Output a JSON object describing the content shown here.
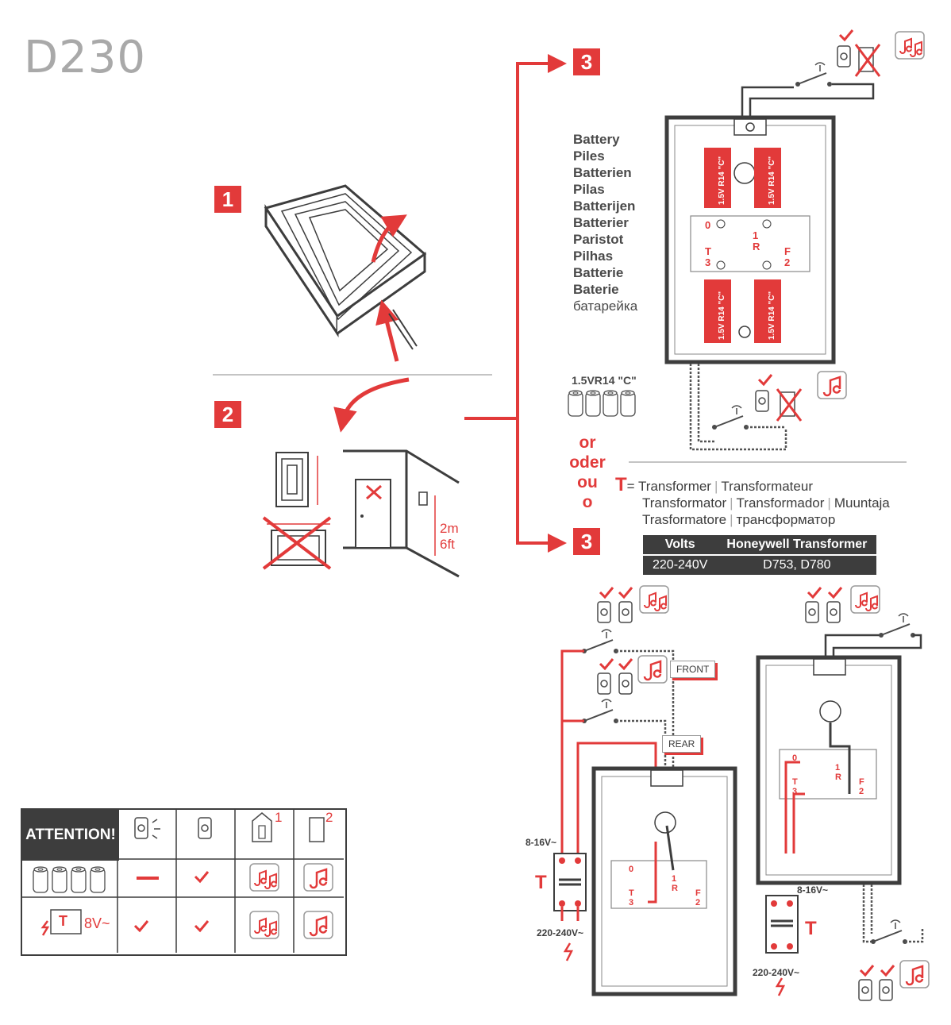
{
  "title": "D230",
  "steps": [
    "1",
    "2",
    "3",
    "3"
  ],
  "battery_words": [
    "Battery",
    "Piles",
    "Batterien",
    "Pilas",
    "Batterijen",
    "Batterier",
    "Paristot",
    "Pilhas",
    "Batterie",
    "Baterie",
    "батарейка"
  ],
  "battery_cell_label": "1.5V R14 \"C\"",
  "battery_type": "1.5VR14 \"C\"",
  "terminals": {
    "t0": "0",
    "t1": "1",
    "r": "R",
    "t": "T",
    "t3": "3",
    "f": "F",
    "t2": "2"
  },
  "or_words": [
    "or",
    "oder",
    "ou",
    "o"
  ],
  "transformer_legend": {
    "symbol": "T",
    "equals": "=",
    "line1": [
      "Transformer",
      "Transformateur"
    ],
    "line2": [
      "Transformator",
      "Transformador",
      "Muuntaja"
    ],
    "line3": [
      "Trasformatore",
      "трансформатор"
    ]
  },
  "transformer_table": {
    "headers": [
      "Volts",
      "Honeywell Transformer"
    ],
    "rows": [
      [
        "220-240V",
        "D753, D780"
      ]
    ]
  },
  "mount": {
    "height_m": "2m",
    "height_ft": "6ft"
  },
  "wiring": {
    "front_label": "FRONT",
    "rear_label": "REAR",
    "low_voltage": "8-16V~",
    "mains": "220-240V~",
    "t_symbol": "T"
  },
  "attention": {
    "header": "ATTENTION!",
    "col_labels": [
      "1",
      "2"
    ],
    "transformer_voltage": "8V~",
    "t_symbol": "T"
  },
  "colors": {
    "accent": "#e23a3a",
    "dark": "#3d3d3d",
    "title": "#a9a9a9"
  }
}
